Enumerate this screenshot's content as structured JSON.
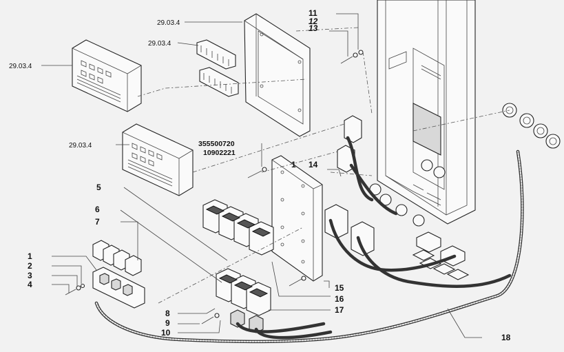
{
  "callouts": {
    "ref_box_bottom": "29.03.4",
    "ref_box_top": "29.03.4",
    "ref_terminal": "29.03.4",
    "ref_bracket": "29.03.4",
    "code_a": "355500720",
    "code_b": "10902221",
    "n1_plate": "1",
    "n1": "1",
    "n2": "2",
    "n3": "3",
    "n4": "4",
    "n5": "5",
    "n6": "6",
    "n7": "7",
    "n8": "8",
    "n9": "9",
    "n10": "10",
    "n11": "11",
    "n12": "12",
    "n13": "13",
    "n14": "14",
    "n15": "15",
    "n16": "16",
    "n17": "17",
    "n18": "18"
  },
  "box_labels": {
    "relay_box_front": "",
    "relay_box_rear": ""
  }
}
